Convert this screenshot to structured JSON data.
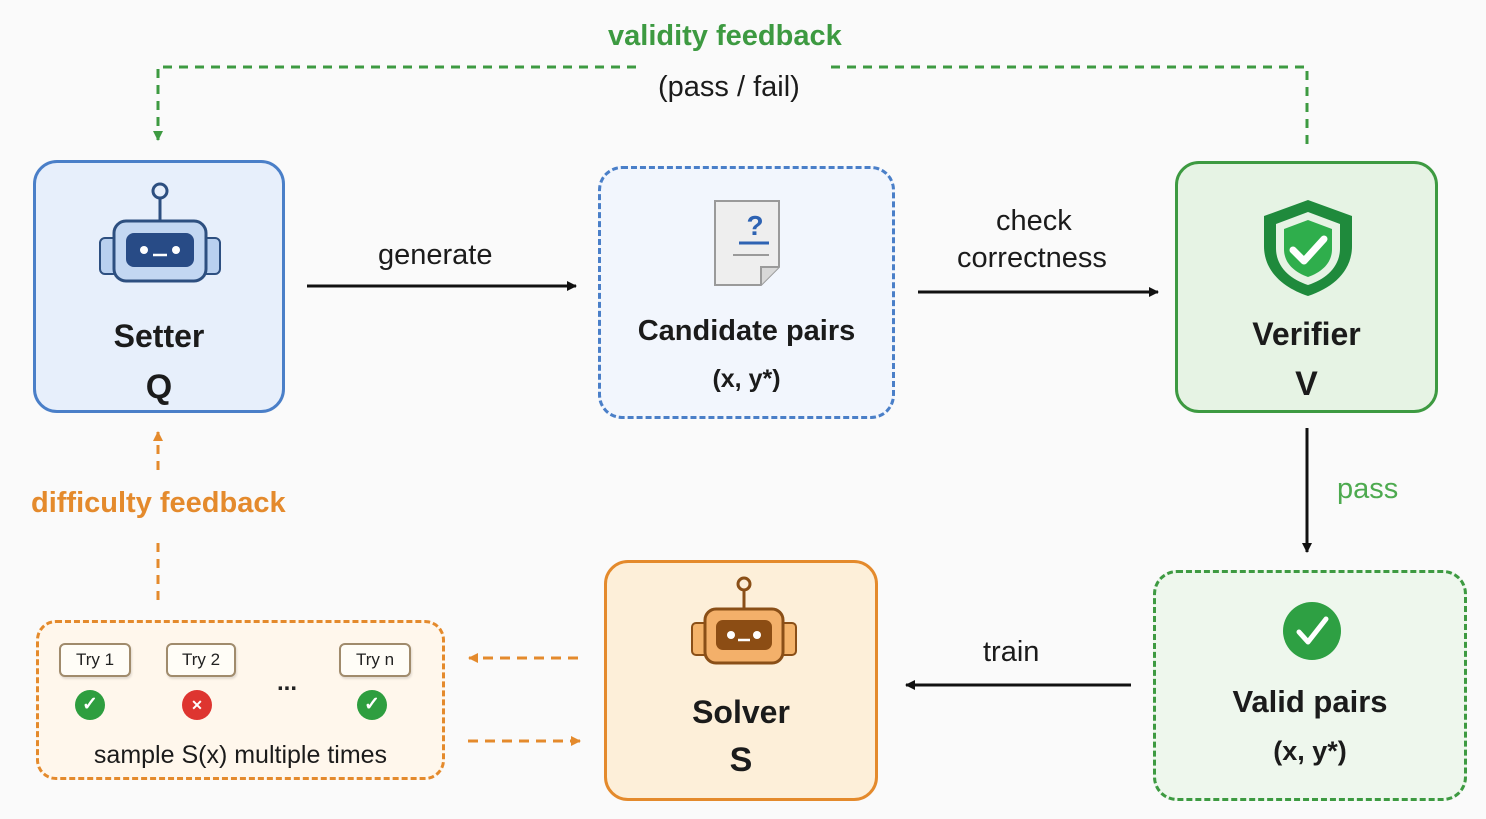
{
  "nodes": {
    "setter": {
      "name": "Setter",
      "symbol": "Q"
    },
    "candidate": {
      "name": "Candidate pairs",
      "detail": "(x, y*)"
    },
    "verifier": {
      "name": "Verifier",
      "symbol": "V"
    },
    "valid": {
      "name": "Valid pairs",
      "detail": "(x, y*)"
    },
    "solver": {
      "name": "Solver",
      "symbol": "S"
    }
  },
  "edges": {
    "generate": "generate",
    "check_line1": "check",
    "check_line2": "correctness",
    "pass": "pass",
    "train": "train",
    "validity_feedback": "validity feedback",
    "pass_fail": "(pass / fail)",
    "difficulty_feedback": "difficulty feedback"
  },
  "sampling": {
    "tries": [
      {
        "label": "Try 1",
        "result": "✓"
      },
      {
        "label": "Try 2",
        "result": "✕"
      },
      {
        "label": "Try n",
        "result": "✓"
      }
    ],
    "ellipsis": "...",
    "caption": "sample S(x) multiple times"
  },
  "icons": {
    "setter": "robot-icon",
    "candidate": "question-document-icon",
    "verifier": "shield-check-icon",
    "valid": "check-circle-icon",
    "solver": "robot-icon"
  },
  "colors": {
    "setter": "#4a7fc8",
    "verifier": "#3d9a41",
    "solver": "#e48a2c",
    "feedback_green": "#3d9a41",
    "feedback_orange": "#e48a2c"
  }
}
